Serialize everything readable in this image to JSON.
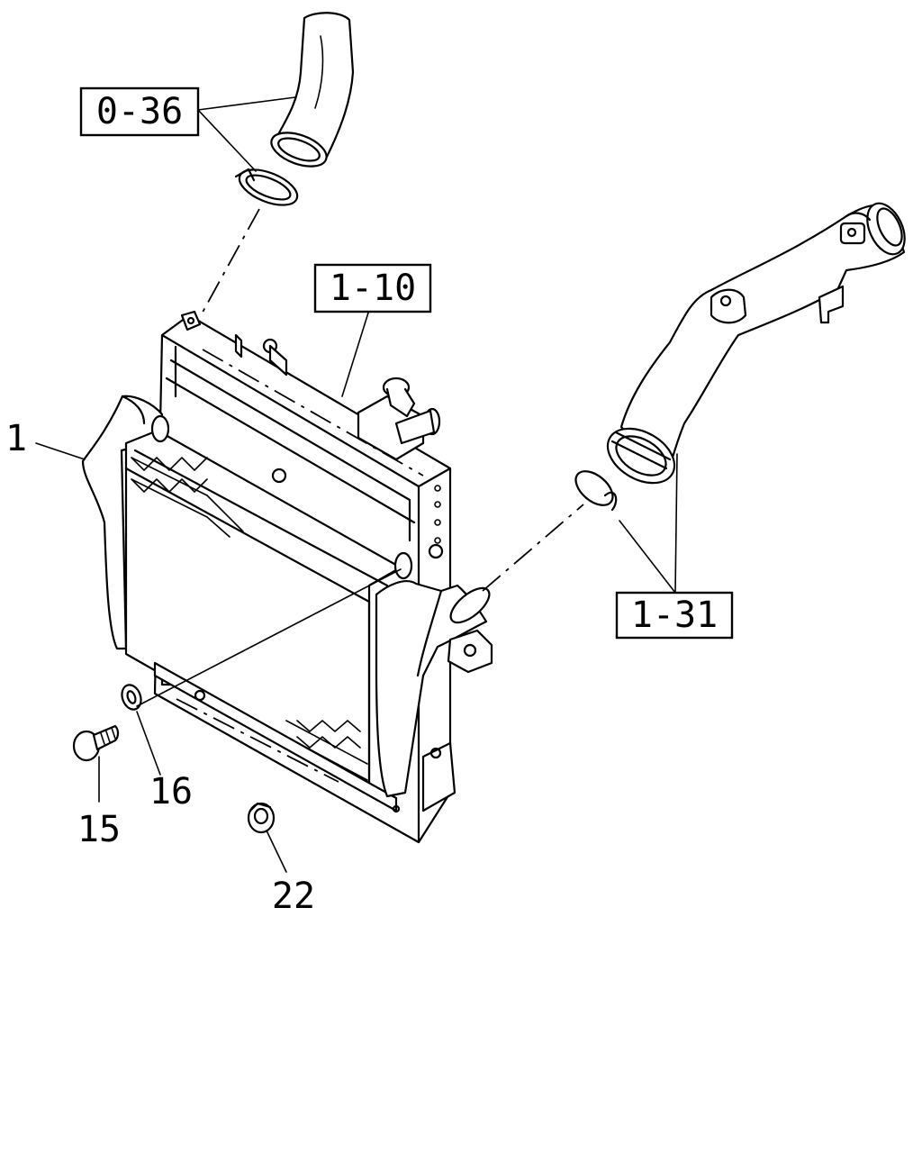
{
  "callouts": {
    "ref_0_36": "0-36",
    "ref_1_10": "1-10",
    "ref_1_31": "1-31",
    "part_1": "1",
    "part_15": "15",
    "part_16": "16",
    "part_22": "22"
  }
}
